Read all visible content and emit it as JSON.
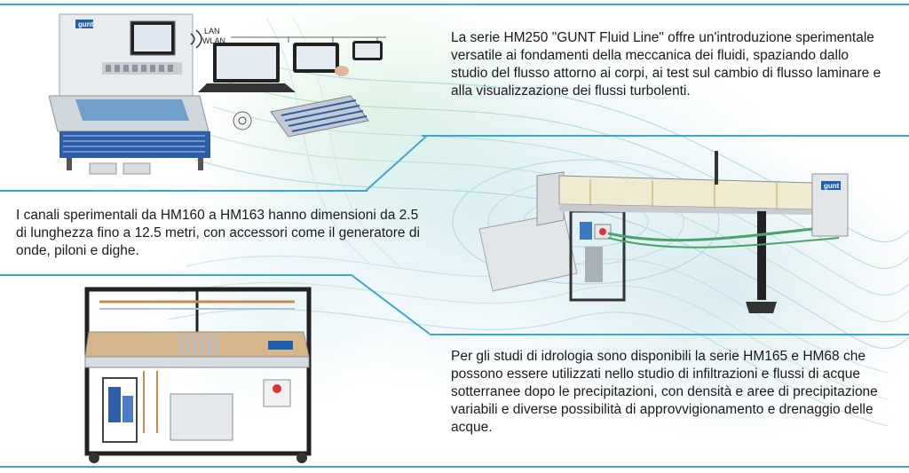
{
  "blocks": [
    {
      "text": "La serie HM250 \"GUNT Fluid Line\" offre un'introduzione sperimentale versatile ai fondamenti della meccanica dei fluidi, spaziando dallo studio del flusso attorno ai corpi, ai test sul cambio di flusso laminare e alla visualizzazione dei flussi turbolenti."
    },
    {
      "text": "I canali sperimentali da HM160 a HM163 hanno dimensioni da 2.5 di lunghezza fino a 12.5 metri, con accessori come il generatore di onde, piloni e dighe."
    },
    {
      "text": "Per gli studi di idrologia sono disponibili la serie HM165 e HM68 che possono essere utilizzati nello studio di infiltrazioni e flussi di acque sotterranee dopo le precipitazioni, con densità e aree di precipitazione variabili e diverse possibilità di approvvigionamento e drenaggio delle acque."
    }
  ],
  "labels": {
    "brand": "gunt",
    "lan": "LAN",
    "wlan": "WLAN"
  },
  "colors": {
    "accent_line": "#3aa6d3",
    "brand_blue": "#1f5fb0"
  }
}
